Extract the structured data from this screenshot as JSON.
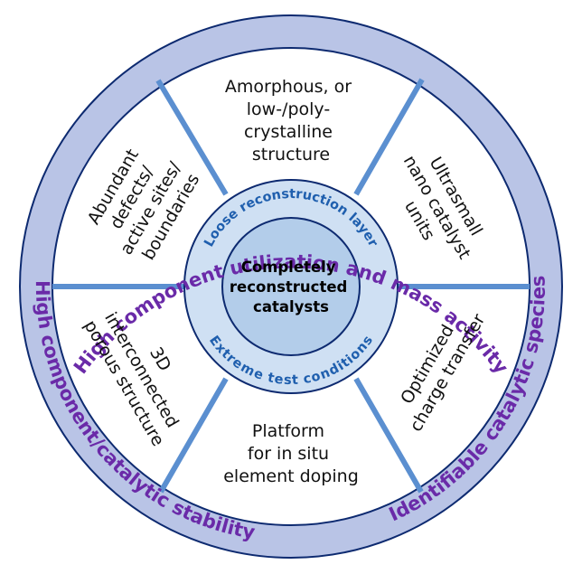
{
  "outer_ring": {
    "top": "High component utilization and mass activity",
    "left": "High component/catalytic stability",
    "right": "Identifiable catalytic species"
  },
  "segments": {
    "top": [
      "Amorphous, or",
      "low-/poly-",
      "crystalline",
      "structure"
    ],
    "upper_right": [
      "Ultrasmall",
      "nano catalyst",
      "units"
    ],
    "lower_right": [
      "Optimized",
      "charge transfer"
    ],
    "bottom": [
      "Platform",
      "for in situ",
      "element doping"
    ],
    "lower_left": [
      "3D",
      "interconnected",
      "porous structure"
    ],
    "upper_left": [
      "Abundant",
      "defects/",
      "active sites/",
      "boundaries"
    ]
  },
  "inner_ring": {
    "top": "Loose reconstruction layer",
    "bottom": "Extreme test conditions"
  },
  "center": [
    "Completely",
    "reconstructed",
    "catalysts"
  ],
  "colors": {
    "outer_ring_fill": "#b9c4e6",
    "outer_ring_text": "#6a2aa8",
    "spoke": "#5b8fd0",
    "inner_ring_fill": "#cfe0f3",
    "inner_ring_text": "#1f5fae",
    "center_fill": "#b3cdea",
    "border": "#0d2a70"
  }
}
